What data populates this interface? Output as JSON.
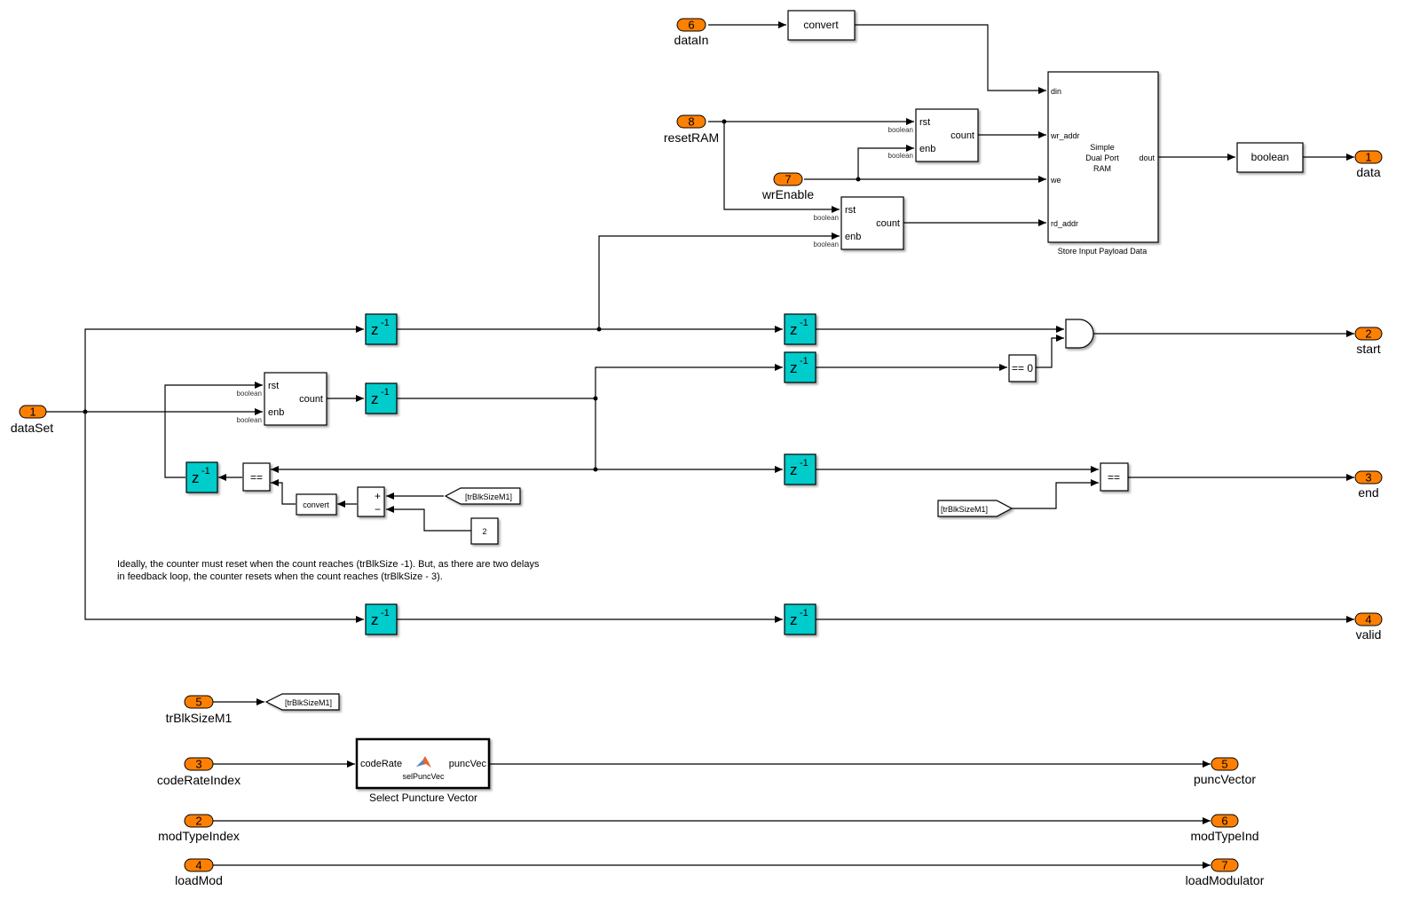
{
  "diagram": {
    "type": "simulink-subsystem",
    "inports": [
      {
        "num": "1",
        "label": "dataSet"
      },
      {
        "num": "2",
        "label": "modTypeIndex"
      },
      {
        "num": "3",
        "label": "codeRateIndex"
      },
      {
        "num": "4",
        "label": "loadMod"
      },
      {
        "num": "5",
        "label": "trBlkSizeM1"
      },
      {
        "num": "6",
        "label": "dataIn"
      },
      {
        "num": "7",
        "label": "wrEnable"
      },
      {
        "num": "8",
        "label": "resetRAM"
      }
    ],
    "outports": [
      {
        "num": "1",
        "label": "data"
      },
      {
        "num": "2",
        "label": "start"
      },
      {
        "num": "3",
        "label": "end"
      },
      {
        "num": "4",
        "label": "valid"
      },
      {
        "num": "5",
        "label": "puncVector"
      },
      {
        "num": "6",
        "label": "modTypeInd"
      },
      {
        "num": "7",
        "label": "loadModulator"
      }
    ],
    "blocks": {
      "convert_label": "convert",
      "boolean_label": "boolean",
      "counter": {
        "rst": "rst",
        "enb": "enb",
        "count": "count",
        "port_type": "boolean"
      },
      "ram": {
        "title_lines": [
          "Simple",
          "Dual Port",
          "RAM"
        ],
        "ports_in": [
          "din",
          "wr_addr",
          "we",
          "rd_addr"
        ],
        "port_out": "dout",
        "caption": "Store Input Payload Data"
      },
      "delay": {
        "base": "z",
        "exp": "-1"
      },
      "compare_zero": "== 0",
      "relational": "==",
      "sum_signs": [
        "+",
        "−"
      ],
      "constant_value": "2",
      "goto_tag": "[trBlkSizeM1]",
      "from_tag": "[trBlkSizeM1]",
      "matlab_fn": {
        "input": "codeRate",
        "output": "puncVec",
        "function_name": "selPuncVec",
        "caption": "Select Puncture Vector",
        "icon": "matlab-logo-icon"
      }
    },
    "annotation": [
      "Ideally, the counter must reset when the count reaches (trBlkSize -1). But, as there are two delays",
      "in feedback loop, the counter resets when the count reaches (trBlkSize - 3)."
    ],
    "colors": {
      "port": "#ff8000",
      "delay": "#00cccc",
      "wire": "#000000"
    }
  }
}
